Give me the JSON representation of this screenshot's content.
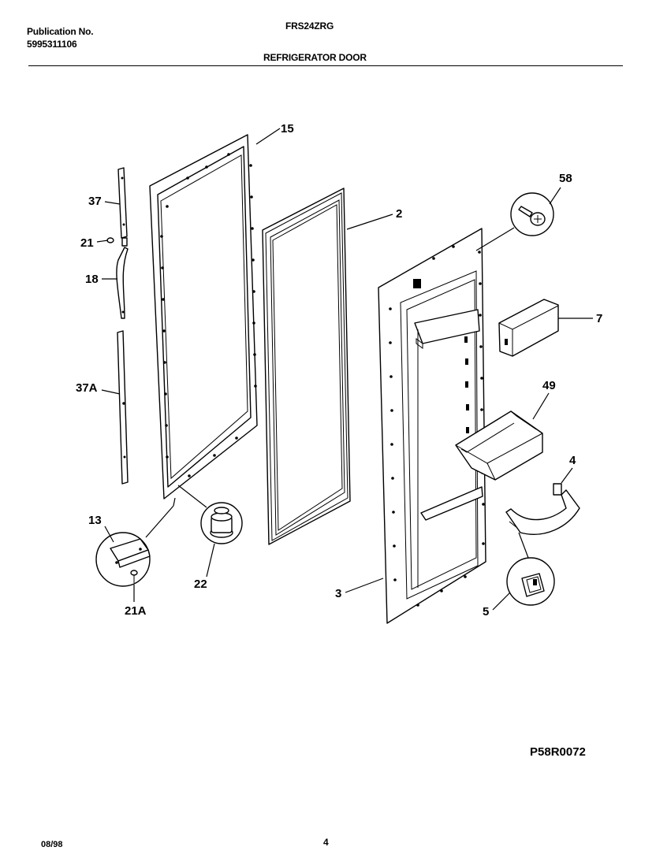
{
  "header": {
    "publication_label": "Publication No.",
    "publication_number": "5995311106",
    "model": "FRS24ZRG",
    "section_title": "REFRIGERATOR DOOR"
  },
  "callouts": {
    "c15": "15",
    "c2": "2",
    "c58": "58",
    "c37": "37",
    "c21": "21",
    "c18": "18",
    "c37a": "37A",
    "c7": "7",
    "c49": "49",
    "c4": "4",
    "c13": "13",
    "c22": "22",
    "c21a": "21A",
    "c3": "3",
    "c5": "5"
  },
  "footer": {
    "part_code": "P58R0072",
    "date": "08/98",
    "page": "4"
  }
}
